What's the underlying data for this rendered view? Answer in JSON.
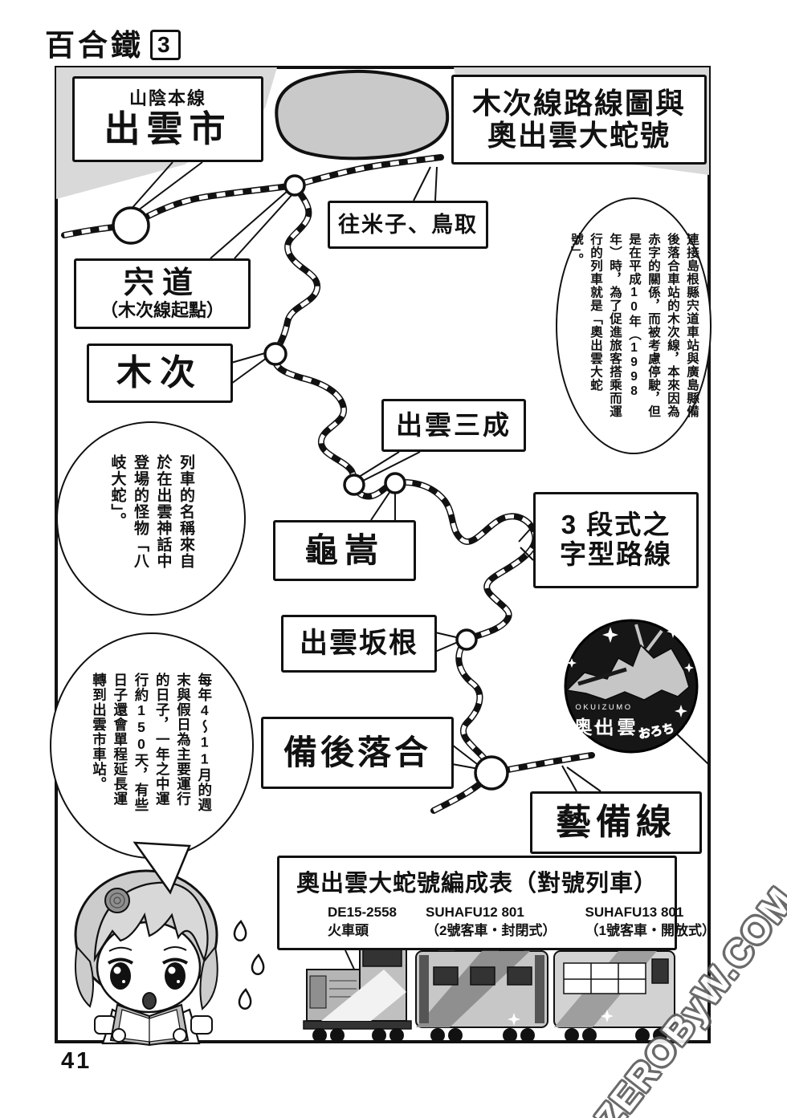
{
  "page": {
    "book_title": "百合鐵",
    "volume": "3",
    "page_number": "41",
    "watermark": "ZEROByW.COM"
  },
  "map_title": {
    "line1": "木次線路線圖與",
    "line2": "奧出雲大蛇號"
  },
  "stations": {
    "izumoshi": {
      "line": "山陰本線",
      "name": "出雲市"
    },
    "shinji": {
      "name": "宍道",
      "note": "（木次線起點）"
    },
    "kisuki": {
      "name": "木次"
    },
    "izumo_minari": {
      "name": "出雲三成"
    },
    "kamedake": {
      "name": "龜嵩"
    },
    "izumo_sakane": {
      "name": "出雲坂根"
    },
    "bingo_ochiai": {
      "name": "備後落合"
    }
  },
  "map_labels": {
    "direction": "往米子、鳥取",
    "geibi_line": "藝備線",
    "switchback": {
      "line1": "3 段式之",
      "line2": "字型路線"
    }
  },
  "logo": {
    "romaji": "OKUIZUMO",
    "kanji": "奥出雲",
    "kana": "おろち"
  },
  "bubbles": {
    "history": "連接島根縣宍道車站與廣島縣備後落合車站的木次線，本來因為赤字的關係，而被考慮停駛，但是在平成10年（1998年）時，為了促進旅客搭乘而運行的列車就是「奧出雲大蛇號」。",
    "name_origin": "列車的名稱來自於在出雲神話中登場的怪物「八岐大蛇」。",
    "schedule": "每年4～11月的週末與假日為主要運行的日子，一年之中運行約150天，有些日子還會單程延長運轉到出雲市車站。"
  },
  "composition": {
    "title": "奧出雲大蛇號編成表（對號列車）",
    "cars": [
      {
        "model": "DE15-2558",
        "desc": "火車頭"
      },
      {
        "model": "SUHAFU12 801",
        "desc": "（2號客車・封閉式）"
      },
      {
        "model": "SUHAFU13 801",
        "desc": "（1號客車・開放式）"
      }
    ]
  }
}
